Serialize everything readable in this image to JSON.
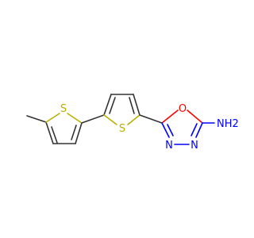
{
  "molecule": {
    "atoms": {
      "s_left": "S",
      "s_mid": "S",
      "o_ring": "O",
      "n_bottom_left": "N",
      "n_bottom_right": "N",
      "nh2": "NH2"
    },
    "colors": {
      "carbon_bond": "#333333",
      "sulfur": "#b8b000",
      "oxygen": "#ff0000",
      "nitrogen": "#0000ff",
      "background": "#ffffff"
    }
  }
}
